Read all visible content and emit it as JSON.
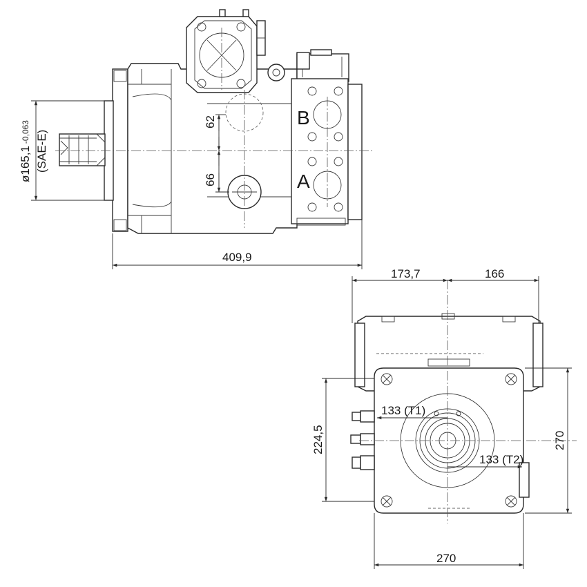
{
  "side_view": {
    "shaft_diameter": "ø165,1",
    "shaft_tolerance": "-0,063",
    "shaft_standard": "(SAE-E)",
    "overall_length": "409,9",
    "offset_b": "62",
    "offset_a": "66",
    "port_b": "B",
    "port_a": "A"
  },
  "front_view": {
    "width_left": "173,7",
    "width_right": "166",
    "height_left": "224,5",
    "height_right": "270",
    "width_bottom": "270",
    "port_t1": "133 (T1)",
    "port_t2": "133 (T2)"
  }
}
